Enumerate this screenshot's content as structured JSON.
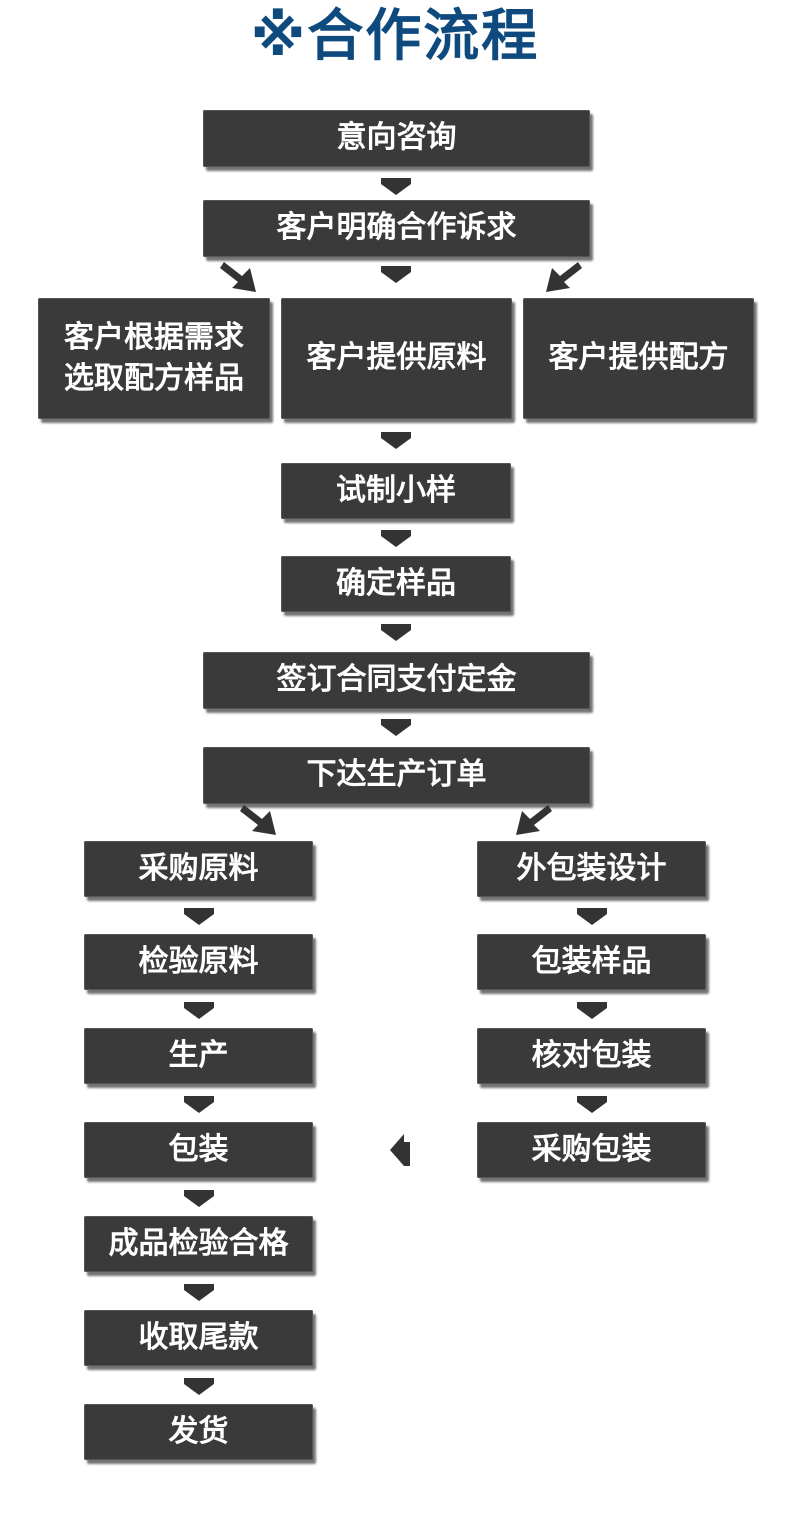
{
  "title": "※合作流程",
  "steps": {
    "s1": "意向咨询",
    "s2": "客户明确合作诉求",
    "s3a": "客户根据需求\n选取配方样品",
    "s3b": "客户提供原料",
    "s3c": "客户提供配方",
    "s4": "试制小样",
    "s5": "确定样品",
    "s6": "签订合同支付定金",
    "s7": "下达生产订单",
    "l1": "采购原料",
    "l2": "检验原料",
    "l3": "生产",
    "l4": "包装",
    "l5": "成品检验合格",
    "l6": "收取尾款",
    "l7": "发货",
    "r1": "外包装设计",
    "r2": "包装样品",
    "r3": "核对包装",
    "r4": "采购包装"
  },
  "colors": {
    "title": "#0e4a7e",
    "box": "#3a3a3a",
    "text": "#ffffff",
    "arrow": "#333333"
  }
}
